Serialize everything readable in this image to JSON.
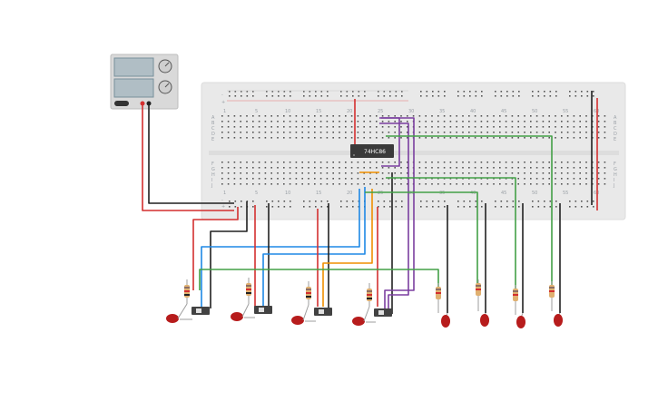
{
  "breadboard": {
    "column_labels": [
      "1",
      "5",
      "10",
      "15",
      "20",
      "25",
      "30",
      "35",
      "40",
      "45",
      "50",
      "55",
      "60"
    ],
    "row_labels_top": [
      "A",
      "B",
      "C",
      "D",
      "E"
    ],
    "row_labels_bottom": [
      "F",
      "G",
      "H",
      "I",
      "J"
    ],
    "rail_signs": [
      "-",
      "+"
    ]
  },
  "chip": {
    "label": "74HC86"
  },
  "power_supply": {
    "knob_icons": [
      "voltage-knob-icon",
      "current-knob-icon"
    ]
  },
  "switches": {
    "count": 4
  },
  "output_leds": {
    "count": 4
  },
  "colors": {
    "breadboard": "#e9e9e9",
    "wire_red": "#d32f2f",
    "wire_black": "#212121",
    "wire_green": "#43a047",
    "wire_blue": "#1e88e5",
    "wire_orange": "#ef8f00",
    "wire_purple": "#7b3fa0",
    "led": "#b71c1c"
  }
}
